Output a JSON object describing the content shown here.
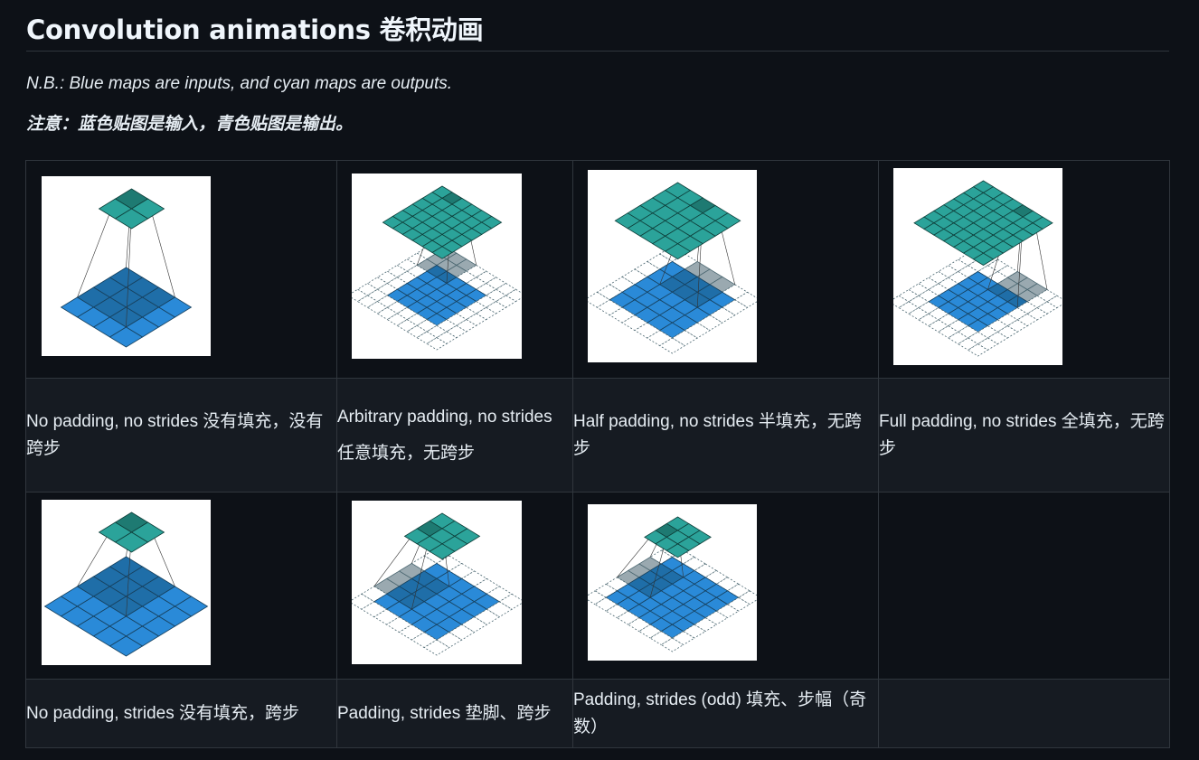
{
  "page": {
    "title": "Convolution animations 卷积动画",
    "note_en": "N.B.: Blue maps are inputs, and cyan maps are outputs.",
    "note_zh": "注意：蓝色贴图是输入，青色贴图是输出。"
  },
  "table": {
    "row1": [
      {
        "caption": "No padding, no strides 没有填充，没有跨步",
        "figure": "no-padding-no-strides-animation"
      },
      {
        "caption": "Arbitrary padding, no strides",
        "caption2": "任意填充，无跨步",
        "figure": "arbitrary-padding-no-strides-animation"
      },
      {
        "caption": "Half padding, no strides 半填充，无跨步",
        "figure": "half-padding-no-strides-animation"
      },
      {
        "caption": "Full padding, no strides 全填充，无跨步",
        "figure": "full-padding-no-strides-animation"
      }
    ],
    "row2": [
      {
        "caption": "No padding, strides 没有填充，跨步",
        "figure": "no-padding-strides-animation"
      },
      {
        "caption": "Padding, strides 垫脚、跨步",
        "figure": "padding-strides-animation"
      },
      {
        "caption": "Padding, strides (odd) 填充、步幅（奇数）",
        "figure": "padding-strides-odd-animation"
      },
      {
        "caption": ""
      }
    ]
  },
  "colors": {
    "background": "#0d1117",
    "caption_row": "#161b22",
    "border": "#30363d",
    "input_blue": "#2a8ad8",
    "input_blue_dark": "#1f6ea8",
    "output_cyan": "#2ba39a",
    "output_cyan_dark": "#1e7a72",
    "padding_gray": "#9aa9b0"
  }
}
